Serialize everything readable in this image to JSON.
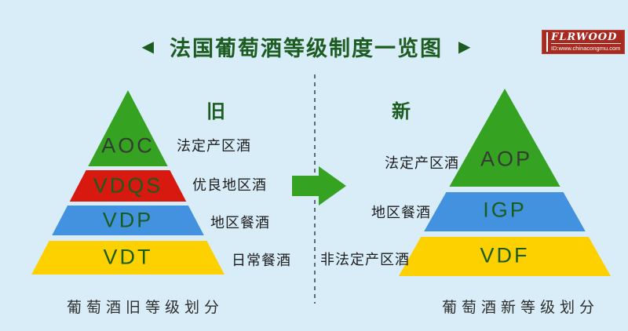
{
  "page": {
    "bg_color": "#d9edf8"
  },
  "title": {
    "left_glyph": "◀",
    "text": "法国葡萄酒等级制度一览图",
    "right_glyph": "▶",
    "color": "#1d5c20"
  },
  "logo": {
    "brand": "FLRWOOD",
    "id_line": "ID:www.chinacongmu.com",
    "bg_color": "#a62a20",
    "text_color": "#ffffff"
  },
  "divider": {
    "color": "#5c6b73",
    "style": "dashed"
  },
  "arrow": {
    "direction": "right",
    "color": "#36a221"
  },
  "old_system": {
    "header": "旧",
    "caption": "葡萄酒旧等级划分",
    "tiers": [
      {
        "code": "AOC",
        "label": "法定产区酒",
        "color": "#36a221",
        "code_color": "#323c32"
      },
      {
        "code": "VDQS",
        "label": "优良地区酒",
        "color": "#d8190f",
        "code_color": "#1a5c1e"
      },
      {
        "code": "VDP",
        "label": "地区餐酒",
        "color": "#4292e0",
        "code_color": "#1a5c1e"
      },
      {
        "code": "VDT",
        "label": "日常餐酒",
        "color": "#fdd000",
        "code_color": "#1a5c1e"
      }
    ]
  },
  "new_system": {
    "header": "新",
    "caption": "葡萄酒新等级划分",
    "tiers": [
      {
        "code": "AOP",
        "label": "法定产区酒",
        "color": "#36a221",
        "code_color": "#323c32"
      },
      {
        "code": "IGP",
        "label": "地区餐酒",
        "color": "#4292e0",
        "code_color": "#1a5c1e"
      },
      {
        "code": "VDF",
        "label": "非法定产区酒",
        "color": "#fdd000",
        "code_color": "#1a5c1e"
      }
    ]
  }
}
